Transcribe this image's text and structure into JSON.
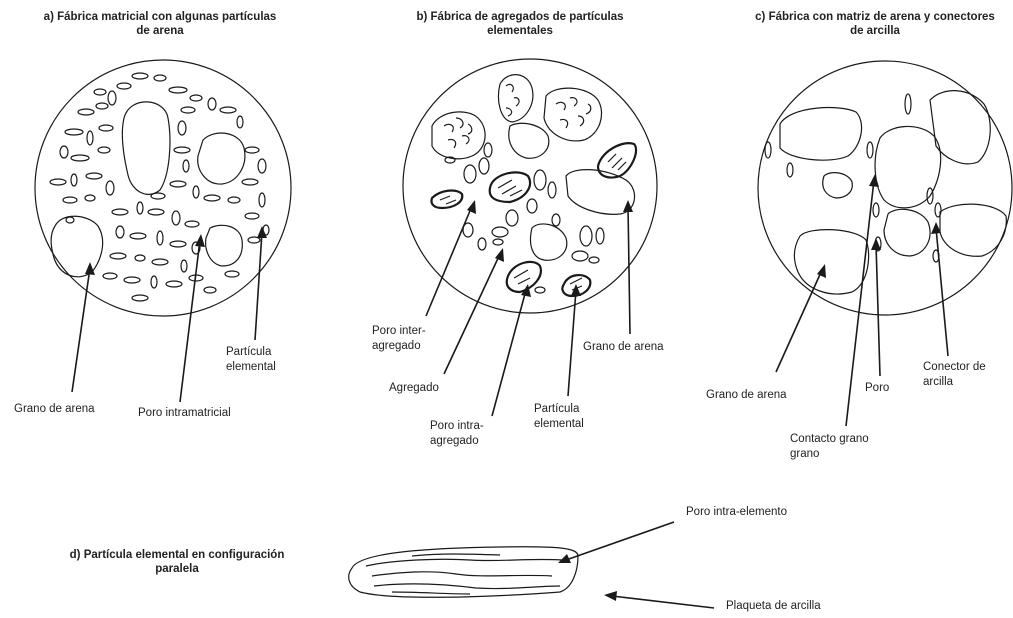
{
  "panel_a": {
    "title": "a) Fábrica matricial con algunas partículas de arena",
    "labels": {
      "sand_grain": "Grano de arena",
      "pore": "Poro intramatricial",
      "particle": "Partícula elemental"
    }
  },
  "panel_b": {
    "title": "b) Fábrica de agregados de partículas elementales",
    "labels": {
      "inter_pore": "Poro inter-agregado",
      "aggregate": "Agregado",
      "intra_pore": "Poro intra-agregado",
      "particle": "Partícula elemental",
      "sand_grain": "Grano de arena"
    }
  },
  "panel_c": {
    "title": "c) Fábrica con matriz de arena y conectores de arcilla",
    "labels": {
      "sand_grain": "Grano de arena",
      "contact": "Contacto grano grano",
      "pore": "Poro",
      "connector": "Conector de arcilla"
    }
  },
  "panel_d": {
    "title": "d) Partícula elemental en configuración paralela",
    "labels": {
      "intra_pore": "Poro intra-elemento",
      "platelet": "Plaqueta de arcilla"
    }
  }
}
